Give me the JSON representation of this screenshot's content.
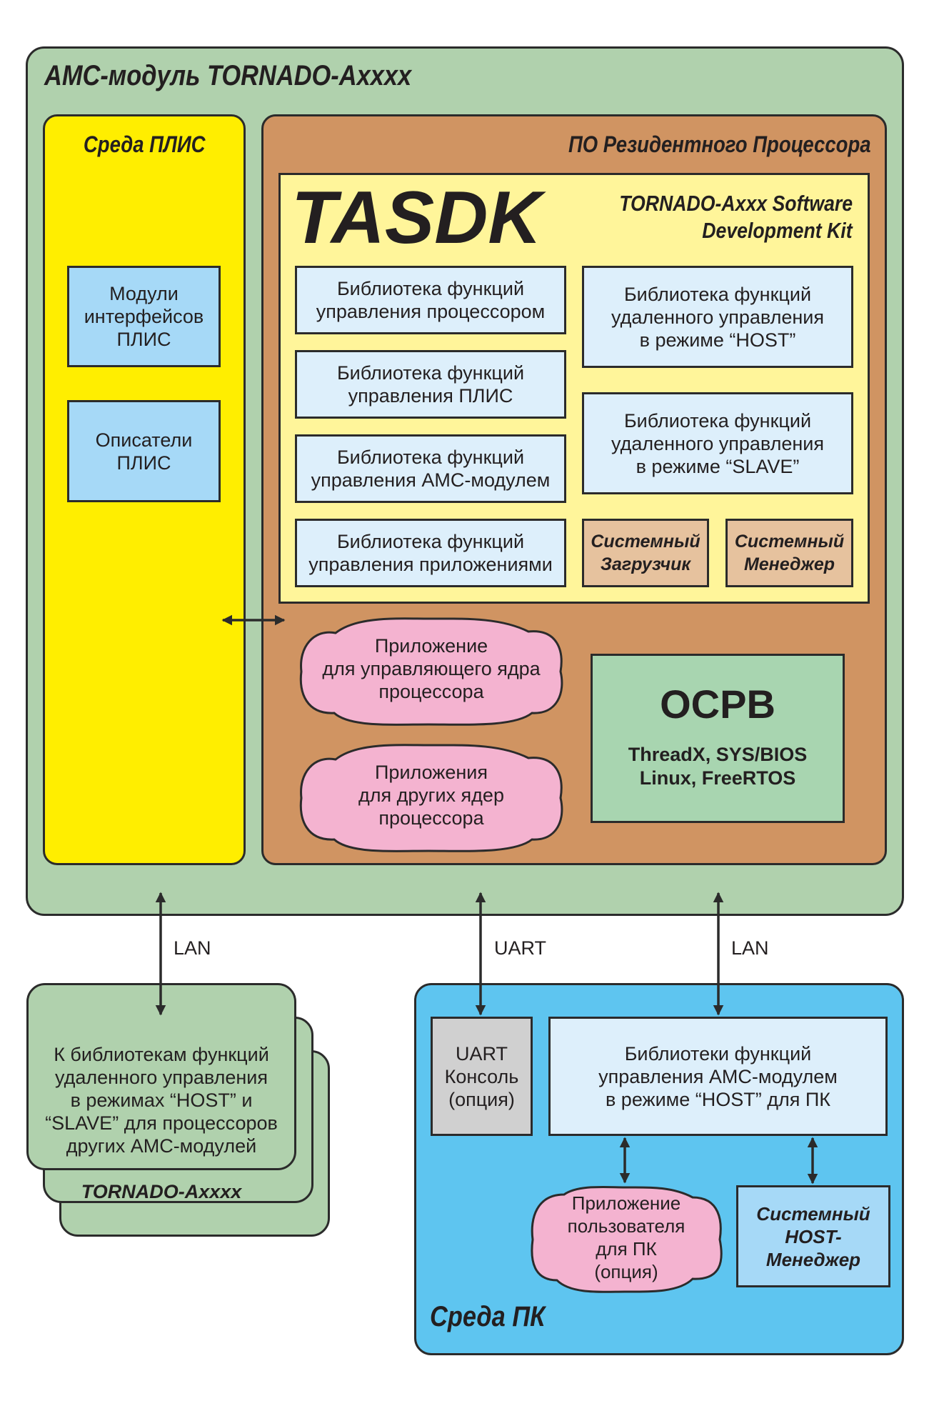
{
  "colors": {
    "module_bg": "#b0d1ad",
    "fpga_bg": "#ffee00",
    "processor_bg": "#d09462",
    "sdk_bg": "#fff59a",
    "lib_bg": "#ddeffb",
    "system_bg": "#e6c29e",
    "cloud_bg": "#f4b3d0",
    "rtos_bg": "#a8d5b0",
    "pc_bg": "#5ec5f0",
    "uart_bg": "#d0d0d0",
    "host_manager_bg": "#a6d9f7",
    "fpga_box_bg": "#a6d9f7"
  },
  "module": {
    "title": "АМС-модуль TORNADO-Axxxx",
    "fpga": {
      "title": "Среда ПЛИС",
      "boxes": [
        {
          "label": "Модули\nинтерфейсов\nПЛИС"
        },
        {
          "label": "Описатели\nПЛИС"
        }
      ]
    },
    "processor": {
      "title": "ПО Резидентного Процессора",
      "sdk": {
        "name": "TASDK",
        "subtitle_line1": "TORNADO-Axxx Software",
        "subtitle_line2": "Development Kit",
        "libraries_left": [
          {
            "label": "Библиотека функций\nуправления процессором"
          },
          {
            "label": "Библиотека функций\nуправления ПЛИС"
          },
          {
            "label": "Библиотека функций\nуправления АМС-модулем"
          },
          {
            "label": "Библиотека функций\nуправления приложениями"
          }
        ],
        "libraries_right": [
          {
            "label": "Библиотека функций\nудаленного управления\nв режиме “HOST”"
          },
          {
            "label": "Библиотека функций\nудаленного управления\nв режиме “SLAVE”"
          }
        ],
        "system_loader": "Системный\nЗагрузчик",
        "system_manager": "Системный\nМенеджер"
      },
      "apps": [
        {
          "label": "Приложение\nдля управляющего ядра\nпроцессора"
        },
        {
          "label": "Приложения\nдля других ядер\nпроцессора"
        }
      ],
      "rtos": {
        "title": "ОСРВ",
        "line1": "ThreadX, SYS/BIOS",
        "line2": "Linux, FreeRTOS"
      }
    }
  },
  "links": {
    "lan_left": "LAN",
    "uart": "UART",
    "lan_right": "LAN"
  },
  "other_modules": {
    "text": "К библиотекам функций\nудаленного управления\nв режимах “HOST” и\n“SLAVE” для процессоров\nдругих АМС-модулей",
    "emphasis": "TORNADO-Axxxx"
  },
  "pc": {
    "title": "Среда ПК",
    "uart_console": "UART\nКонсоль\n(опция)",
    "host_library": "Библиотеки функций\nуправления АМС-модулем\nв режиме “HOST” для ПК",
    "user_app": "Приложение\nпользователя\nдля ПК\n(опция)",
    "host_manager": "Системный\nHOST-\nМенеджер"
  }
}
